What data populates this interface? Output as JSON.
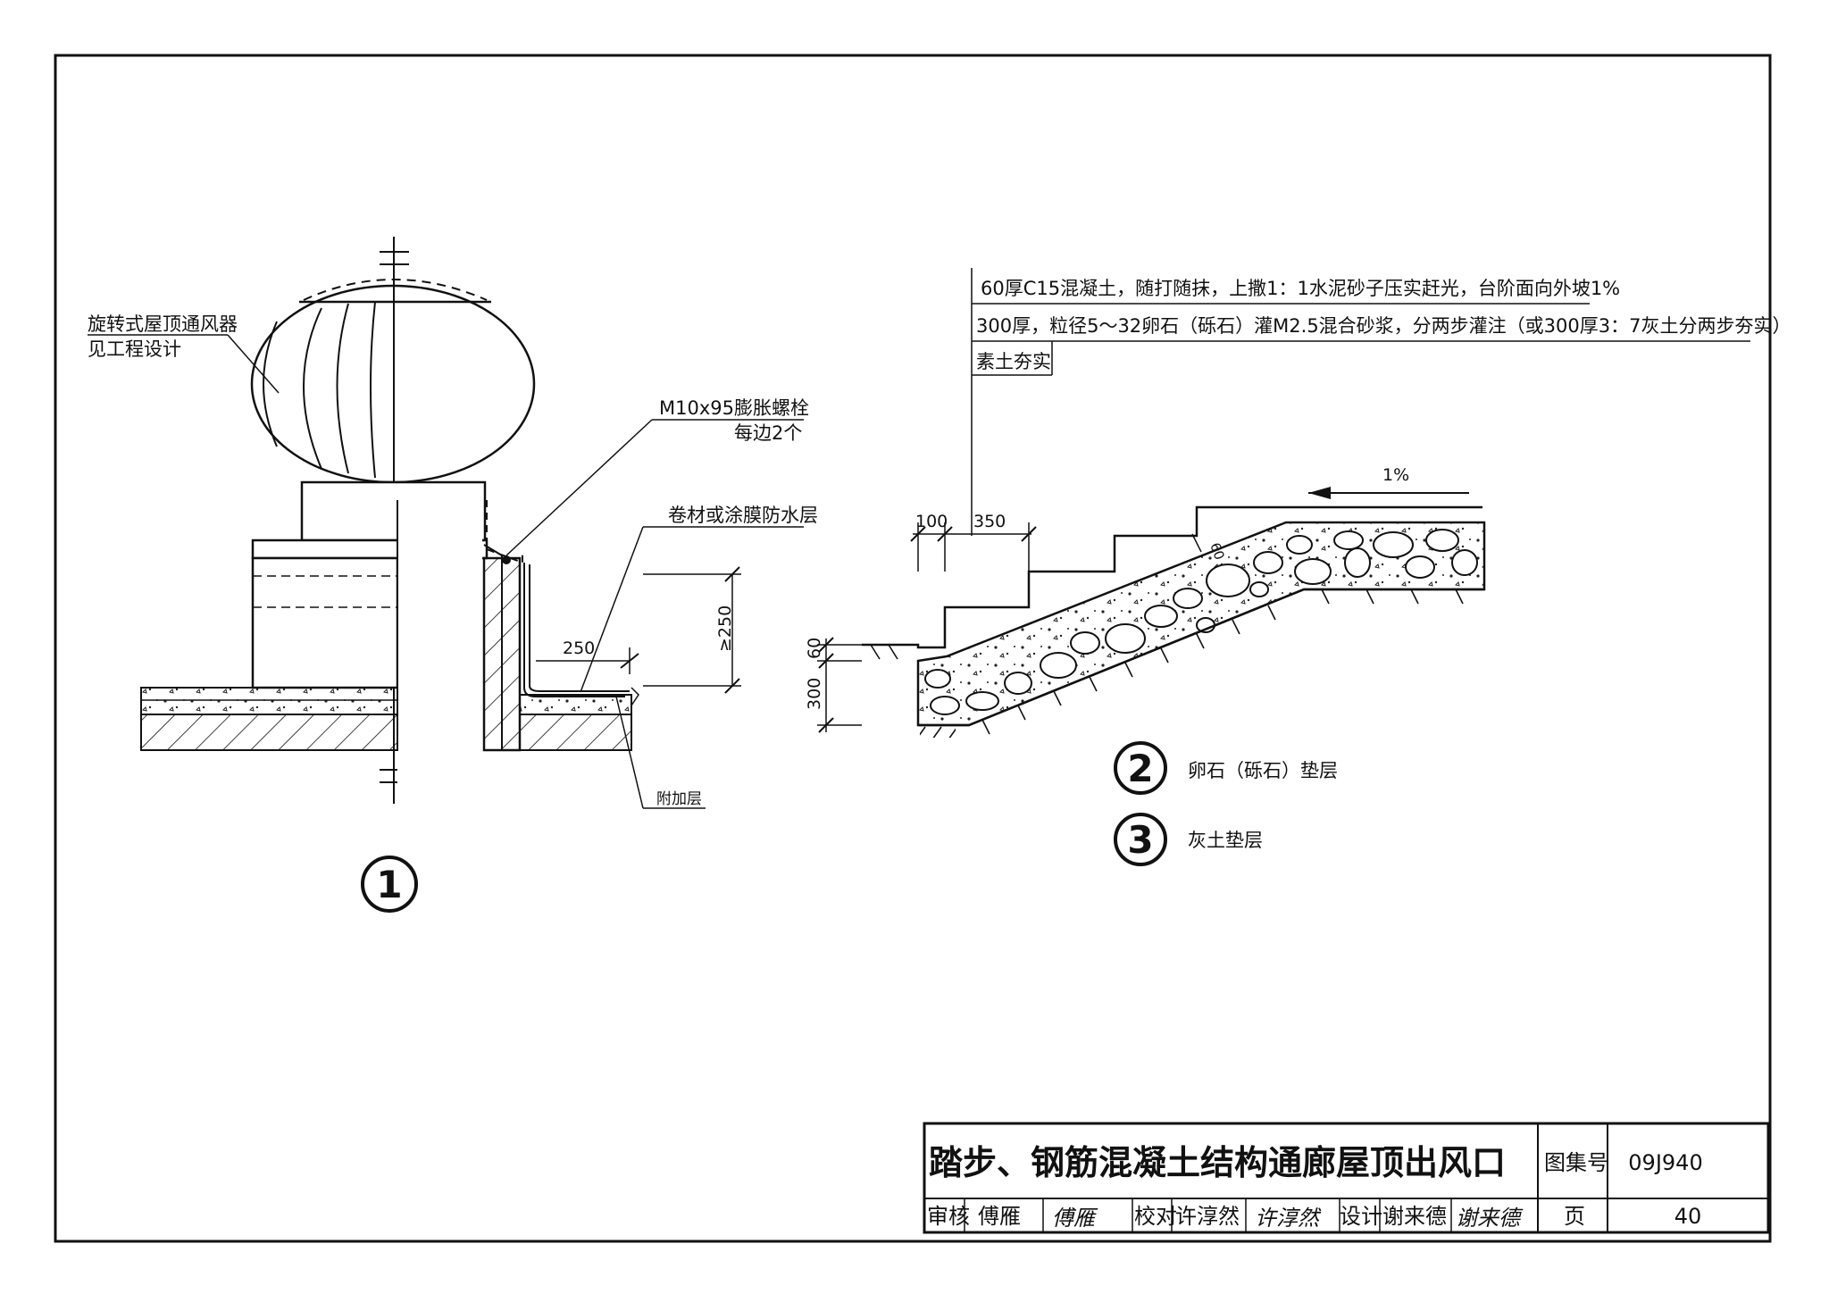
{
  "detail1": {
    "ventilator_label_line1": "旋转式屋顶通风器",
    "ventilator_label_line2": "见工程设计",
    "bolt_label_line1": "M10x95膨胀螺栓",
    "bolt_label_line2": "每边2个",
    "waterproof_label": "卷材或涂膜防水层",
    "additional_layer_label": "附加层",
    "dim_width": "250",
    "dim_height": "≥250",
    "detail_number": "1"
  },
  "detail_steps": {
    "layer1": "60厚C15混凝土，随打随抹，上撒1：1水泥砂子压实赶光，台阶面向外坡1%",
    "layer2": "300厚，粒径5～32卵石（砾石）灌M2.5混合砂浆，分两步灌注（或300厚3：7灰土分两步夯实）",
    "layer3": "素土夯实",
    "slope": "1%",
    "dim_100": "100",
    "dim_350": "350",
    "dim_60_top": "60",
    "dim_60": "60",
    "dim_300": "300",
    "legend": [
      {
        "number": "2",
        "text": "卵石（砾石）垫层"
      },
      {
        "number": "3",
        "text": "灰土垫层"
      }
    ]
  },
  "title_block": {
    "title": "踏步、钢筋混凝土结构通廊屋顶出风口",
    "atlas_label": "图集号",
    "atlas_number": "09J940",
    "page_label": "页",
    "page_number": "40",
    "review_label": "审核",
    "review_name": "傅雁",
    "check_label": "校对",
    "check_name": "许淳然",
    "design_label": "设计",
    "design_name": "谢来德",
    "review_signature": "傅雁",
    "check_signature": "许淳然",
    "design_signature": "谢来德"
  }
}
